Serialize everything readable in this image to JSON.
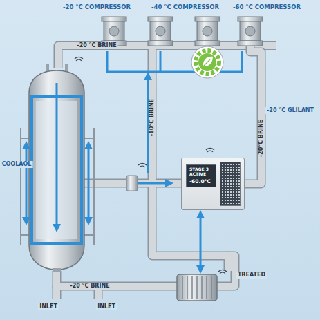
{
  "diagram": {
    "nodes": [
      {
        "text": [
          "-20 °C COMPRESSOR"
        ]
      },
      {
        "text": [
          "-40 °C COMPRESSOR"
        ]
      },
      {
        "text": [
          "-60 °C COMPRESSOR"
        ]
      },
      {
        "text": [
          "STAGE 3 ACTIVE",
          "-60.0°C"
        ]
      }
    ],
    "edges": [
      {
        "from": 3,
        "to": 2,
        "arrow": "none"
      }
    ],
    "labels": [
      "-20 °C BRINE",
      "-10°C BRINE",
      "-20 °C GLILANT",
      "-20°C BRINE",
      "COOLAOL",
      "-20 °C BRINE",
      "INLET",
      "INLET",
      "TREATED"
    ]
  }
}
